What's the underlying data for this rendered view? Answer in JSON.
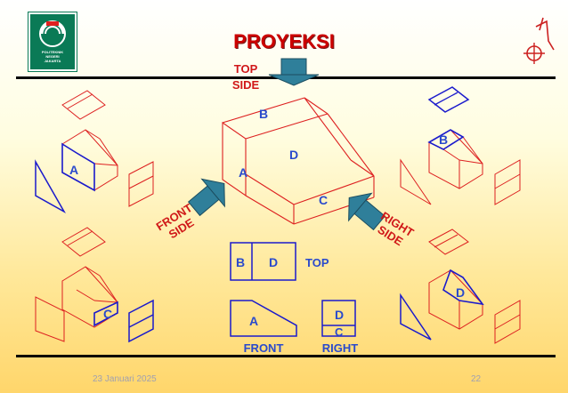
{
  "slide": {
    "title": "PROYEKSI",
    "footer_date": "23 Januari 2025",
    "page_number": "22"
  },
  "logo": {
    "line1": "POLITEKNIK",
    "line2": "NEGERI",
    "line3": "JAKARTA"
  },
  "diagram": {
    "top_side": [
      "TOP",
      "SIDE"
    ],
    "front_side": [
      "FRONT",
      "SIDE"
    ],
    "right_side": [
      "RIGHT",
      "SIDE"
    ],
    "face_labels": {
      "b": "B",
      "d": "D",
      "a": "A",
      "c": "C"
    },
    "views": {
      "top": "TOP",
      "front": "FRONT",
      "right": "RIGHT"
    },
    "colors": {
      "outline_red": "#dd2020",
      "view_blue": "#1a1acc",
      "label_blue": "#2a4acc",
      "label_red": "#d01818",
      "arrow_teal": "#2f7f9a"
    }
  }
}
